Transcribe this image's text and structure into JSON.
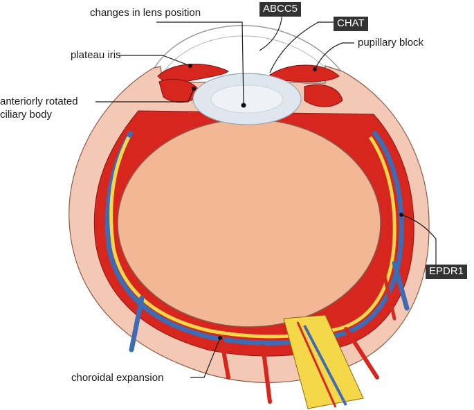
{
  "labels": {
    "lens_position": "changes in lens position",
    "plateau_iris": "plateau iris",
    "ciliary_line1": "anteriorly rotated",
    "ciliary_line2": "ciliary body",
    "pupillary_block": "pupillary block",
    "choroidal_expansion": "choroidal expansion"
  },
  "genes": {
    "abcc5": "ABCC5",
    "chat": "CHAT",
    "epdr1": "EPDR1"
  },
  "colors": {
    "sclera": "#f3c8b4",
    "vitreous": "#f2b896",
    "vessel_red": "#d7261e",
    "vessel_blue": "#3d6cb5",
    "retina_yellow": "#f5d84a",
    "lens": "#dfe6ee",
    "tag_bg": "#333333"
  }
}
